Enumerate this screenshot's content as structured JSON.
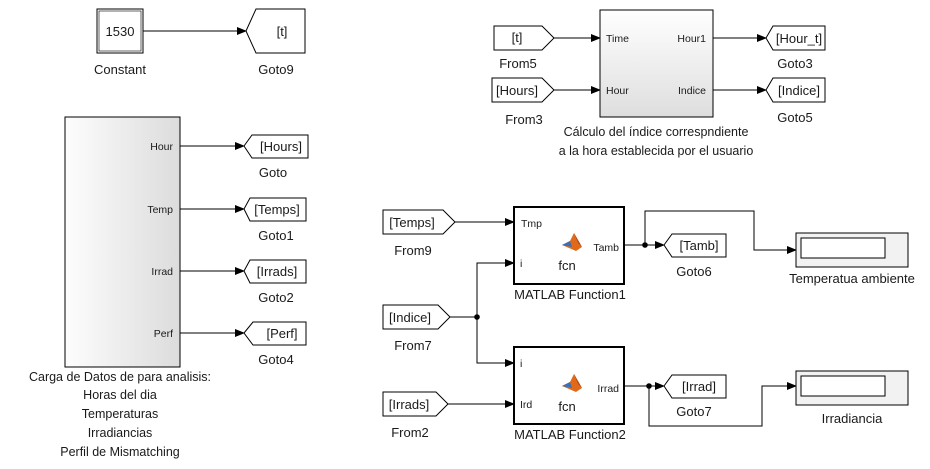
{
  "blocks": {
    "constant": {
      "value": "1530",
      "name": "Constant"
    },
    "goto9": {
      "tag": "[t]",
      "name": "Goto9"
    },
    "from5": {
      "tag": "[t]",
      "name": "From5"
    },
    "from3": {
      "tag": "[Hours]",
      "name": "From3"
    },
    "indice_subsystem": {
      "in_ports": [
        "Time",
        "Hour"
      ],
      "out_ports": [
        "Hour1",
        "Indice"
      ],
      "caption": [
        "Cálculo del índice correspndiente",
        "a la hora establecida por el usuario"
      ]
    },
    "goto3": {
      "tag": "[Hour_t]",
      "name": "Goto3"
    },
    "goto5": {
      "tag": "[Indice]",
      "name": "Goto5"
    },
    "data_subsystem": {
      "out_ports": [
        "Hour",
        "Temp",
        "Irrad",
        "Perf"
      ],
      "caption": [
        "Carga de Datos de para analisis:",
        "Horas del dia",
        "Temperaturas",
        "Irradiancias",
        "Perfil de Mismatching"
      ]
    },
    "goto": {
      "tag": "[Hours]",
      "name": "Goto"
    },
    "goto1": {
      "tag": "[Temps]",
      "name": "Goto1"
    },
    "goto2": {
      "tag": "[Irrads]",
      "name": "Goto2"
    },
    "goto4": {
      "tag": "[Perf]",
      "name": "Goto4"
    },
    "from9": {
      "tag": "[Temps]",
      "name": "From9"
    },
    "from7": {
      "tag": "[Indice]",
      "name": "From7"
    },
    "from2": {
      "tag": "[Irrads]",
      "name": "From2"
    },
    "fcn1": {
      "in_ports": [
        "Tmp",
        "i"
      ],
      "out_port": "Tamb",
      "body": "fcn",
      "name": "MATLAB Function1"
    },
    "fcn2": {
      "in_ports": [
        "i",
        "Ird"
      ],
      "out_port": "Irrad",
      "body": "fcn",
      "name": "MATLAB Function2"
    },
    "goto6": {
      "tag": "[Tamb]",
      "name": "Goto6"
    },
    "goto7": {
      "tag": "[Irrad]",
      "name": "Goto7"
    },
    "display1": {
      "name": "Temperatua ambiente"
    },
    "display2": {
      "name": "Irradiancia"
    }
  },
  "colors": {
    "matlab_logo_primary": "#e06a1a",
    "matlab_logo_secondary": "#3b6fb6",
    "subsystem_fill_top": "#fdfdfd",
    "subsystem_fill_bottom": "#d6d6d6"
  },
  "icons": [
    "matlab-logo-icon",
    "arrowhead-icon",
    "junction-dot-icon"
  ]
}
